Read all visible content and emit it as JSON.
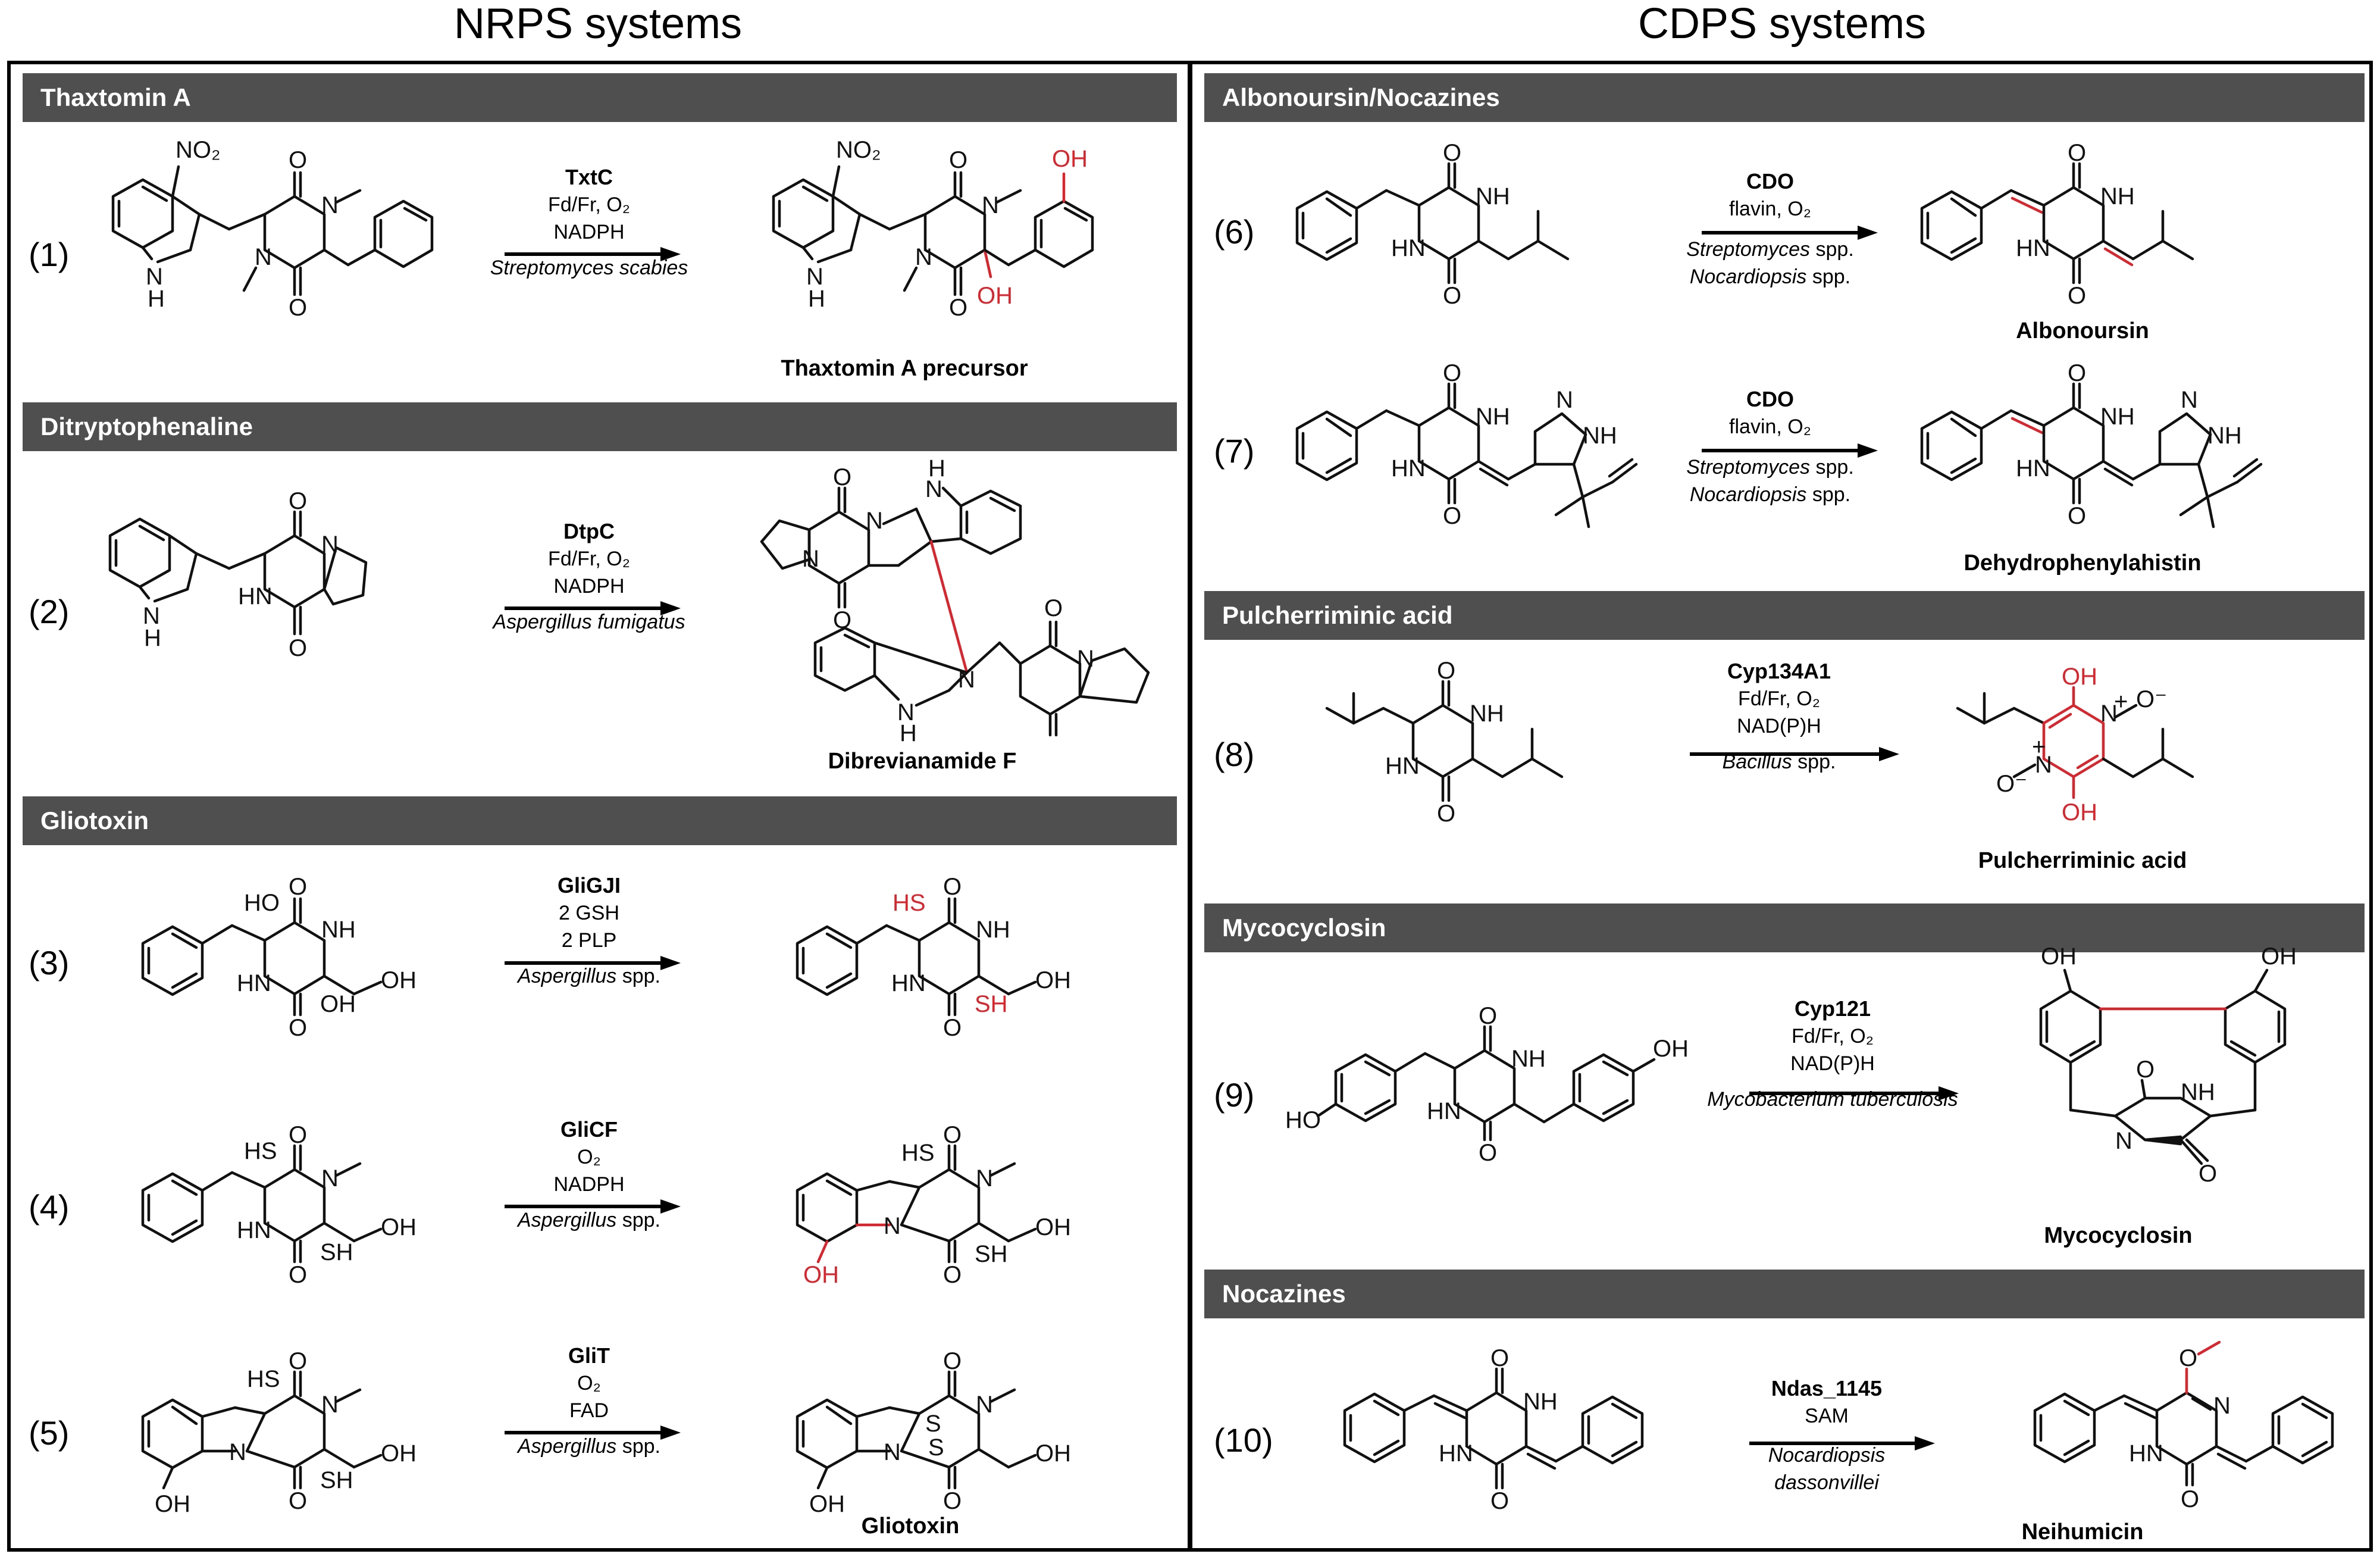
{
  "columns": {
    "left_title": "NRPS systems",
    "right_title": "CDPS systems"
  },
  "sections": {
    "thaxtomin": "Thaxtomin A",
    "ditryptophenaline": "Ditryptophenaline",
    "gliotoxin": "Gliotoxin",
    "albonoursin": "Albonoursin/Nocazines",
    "pulcherriminic": "Pulcherriminic acid",
    "mycocyclosin": "Mycocyclosin",
    "nocazines": "Nocazines"
  },
  "reactions": [
    {
      "num": "(1)",
      "enzyme": "TxtC",
      "cof1": "Fd/Fr, O₂",
      "cof2": "NADPH",
      "org": "Streptomyces scabies",
      "org_suffix": "",
      "product": "Thaxtomin A precursor"
    },
    {
      "num": "(2)",
      "enzyme": "DtpC",
      "cof1": "Fd/Fr, O₂",
      "cof2": "NADPH",
      "org": "Aspergillus fumigatus",
      "org_suffix": "",
      "product": "Dibrevianamide F"
    },
    {
      "num": "(3)",
      "enzyme": "GliGJI",
      "cof1": "2 GSH",
      "cof2": "2 PLP",
      "org": "Aspergillus",
      "org_suffix": " spp.",
      "product": ""
    },
    {
      "num": "(4)",
      "enzyme": "GliCF",
      "cof1": "O₂",
      "cof2": "NADPH",
      "org": "Aspergillus",
      "org_suffix": " spp.",
      "product": ""
    },
    {
      "num": "(5)",
      "enzyme": "GliT",
      "cof1": "O₂",
      "cof2": "FAD",
      "org": "Aspergillus",
      "org_suffix": " spp.",
      "product": "Gliotoxin"
    },
    {
      "num": "(6)",
      "enzyme": "CDO",
      "cof1": "flavin, O₂",
      "cof2": "",
      "org": "Streptomyces",
      "org_suffix": " spp.",
      "org2": "Nocardiopsis",
      "org2_suffix": " spp.",
      "product": "Albonoursin"
    },
    {
      "num": "(7)",
      "enzyme": "CDO",
      "cof1": "flavin, O₂",
      "cof2": "",
      "org": "Streptomyces",
      "org_suffix": " spp.",
      "org2": "Nocardiopsis",
      "org2_suffix": " spp.",
      "product": "Dehydrophenylahistin"
    },
    {
      "num": "(8)",
      "enzyme": "Cyp134A1",
      "cof1": "Fd/Fr, O₂",
      "cof2": "NAD(P)H",
      "org": "Bacillus",
      "org_suffix": " spp.",
      "product": "Pulcherriminic acid"
    },
    {
      "num": "(9)",
      "enzyme": "Cyp121",
      "cof1": "Fd/Fr, O₂",
      "cof2": "NAD(P)H",
      "org": "Mycobacterium tuberculosis",
      "org_suffix": "",
      "product": "Mycocyclosin"
    },
    {
      "num": "(10)",
      "enzyme": "Ndas_1145",
      "cof1": "SAM",
      "cof2": "",
      "org": "Nocardiopsis dassonvillei",
      "org_suffix": "",
      "product": "Neihumicin"
    }
  ],
  "atoms": {
    "O": "O",
    "N": "N",
    "NH": "NH",
    "HN": "HN",
    "H": "H",
    "OH": "OH",
    "HO": "HO",
    "SH": "SH",
    "HS": "HS",
    "S": "S",
    "NO2": "NO₂",
    "plus": "+",
    "minus": "−",
    "Om": "O⁻"
  },
  "colors": {
    "header_bg": "#4f4f4f",
    "highlight": "#d8262e"
  }
}
